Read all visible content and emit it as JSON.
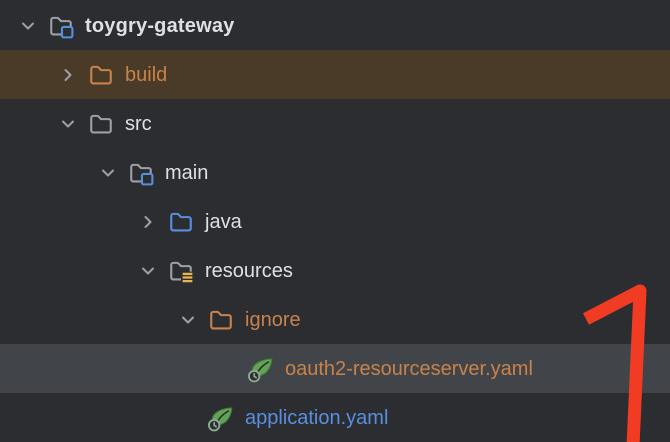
{
  "theme": {
    "background": "#2B2D31",
    "text_default": "#DEE0E4",
    "text_excluded_orange": "#C8824B",
    "text_modified_blue": "#5A8FE0",
    "highlight_row_brown": "#4A3B28",
    "selected_row_gray": "#414549",
    "icon_gray": "#9DA0A6",
    "icon_blue": "#5A8FE0",
    "icon_yellow": "#E8B64C",
    "icon_green": "#63A356",
    "annotation_red": "#F23B23"
  },
  "tree": {
    "rows": [
      {
        "label": "toygry-gateway",
        "level": 0,
        "chevron": "down",
        "icon": "project-folder-icon",
        "text_style": "bold-default",
        "row_background": "none"
      },
      {
        "label": "build",
        "level": 1,
        "chevron": "right",
        "icon": "excluded-folder-icon",
        "text_style": "excluded",
        "row_background": "brown-highlight"
      },
      {
        "label": "src",
        "level": 1,
        "chevron": "down",
        "icon": "folder-icon",
        "text_style": "default",
        "row_background": "none"
      },
      {
        "label": "main",
        "level": 2,
        "chevron": "down",
        "icon": "sources-root-folder-icon",
        "text_style": "default",
        "row_background": "none"
      },
      {
        "label": "java",
        "level": 3,
        "chevron": "right",
        "icon": "java-folder-icon",
        "text_style": "default",
        "row_background": "none"
      },
      {
        "label": "resources",
        "level": 3,
        "chevron": "down",
        "icon": "resources-folder-icon",
        "text_style": "default",
        "row_background": "none"
      },
      {
        "label": "ignore",
        "level": 4,
        "chevron": "down",
        "icon": "excluded-folder-icon",
        "text_style": "excluded",
        "row_background": "none"
      },
      {
        "label": "oauth2-resourceserver.yaml",
        "level": 5,
        "chevron": "none",
        "icon": "spring-config-file-icon",
        "text_style": "excluded",
        "row_background": "gray-selected"
      },
      {
        "label": "application.yaml",
        "level": 4,
        "chevron": "none",
        "icon": "spring-config-file-icon",
        "text_style": "modified",
        "row_background": "none"
      }
    ]
  },
  "annotation": {
    "label": "1",
    "color": "#F23B23"
  }
}
